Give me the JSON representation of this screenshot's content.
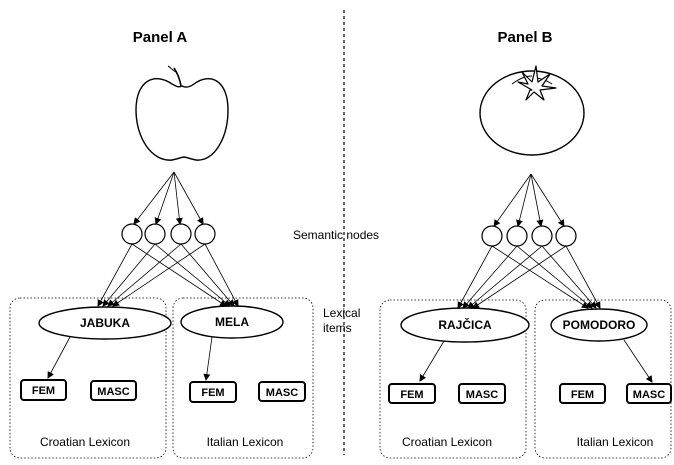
{
  "panels": [
    {
      "title": "Panel A",
      "picture": "apple-icon",
      "lexicons": [
        {
          "word": "JABUKA",
          "genders": [
            "FEM",
            "MASC"
          ],
          "lexicon_label": "Croatian Lexicon",
          "correct_gender": "FEM"
        },
        {
          "word": "MELA",
          "genders": [
            "FEM",
            "MASC"
          ],
          "lexicon_label": "Italian Lexicon",
          "correct_gender": "FEM"
        }
      ]
    },
    {
      "title": "Panel B",
      "picture": "tomato-icon",
      "lexicons": [
        {
          "word": "RAJČICA",
          "genders": [
            "FEM",
            "MASC"
          ],
          "lexicon_label": "Croatian Lexicon",
          "correct_gender": "FEM"
        },
        {
          "word": "POMODORO",
          "genders": [
            "FEM",
            "MASC"
          ],
          "lexicon_label": "Italian Lexicon",
          "correct_gender": "MASC"
        }
      ]
    }
  ],
  "labels": {
    "semantic_nodes": "Semantic nodes",
    "lexical_line1": "Lexical",
    "lexical_line2": "items"
  }
}
